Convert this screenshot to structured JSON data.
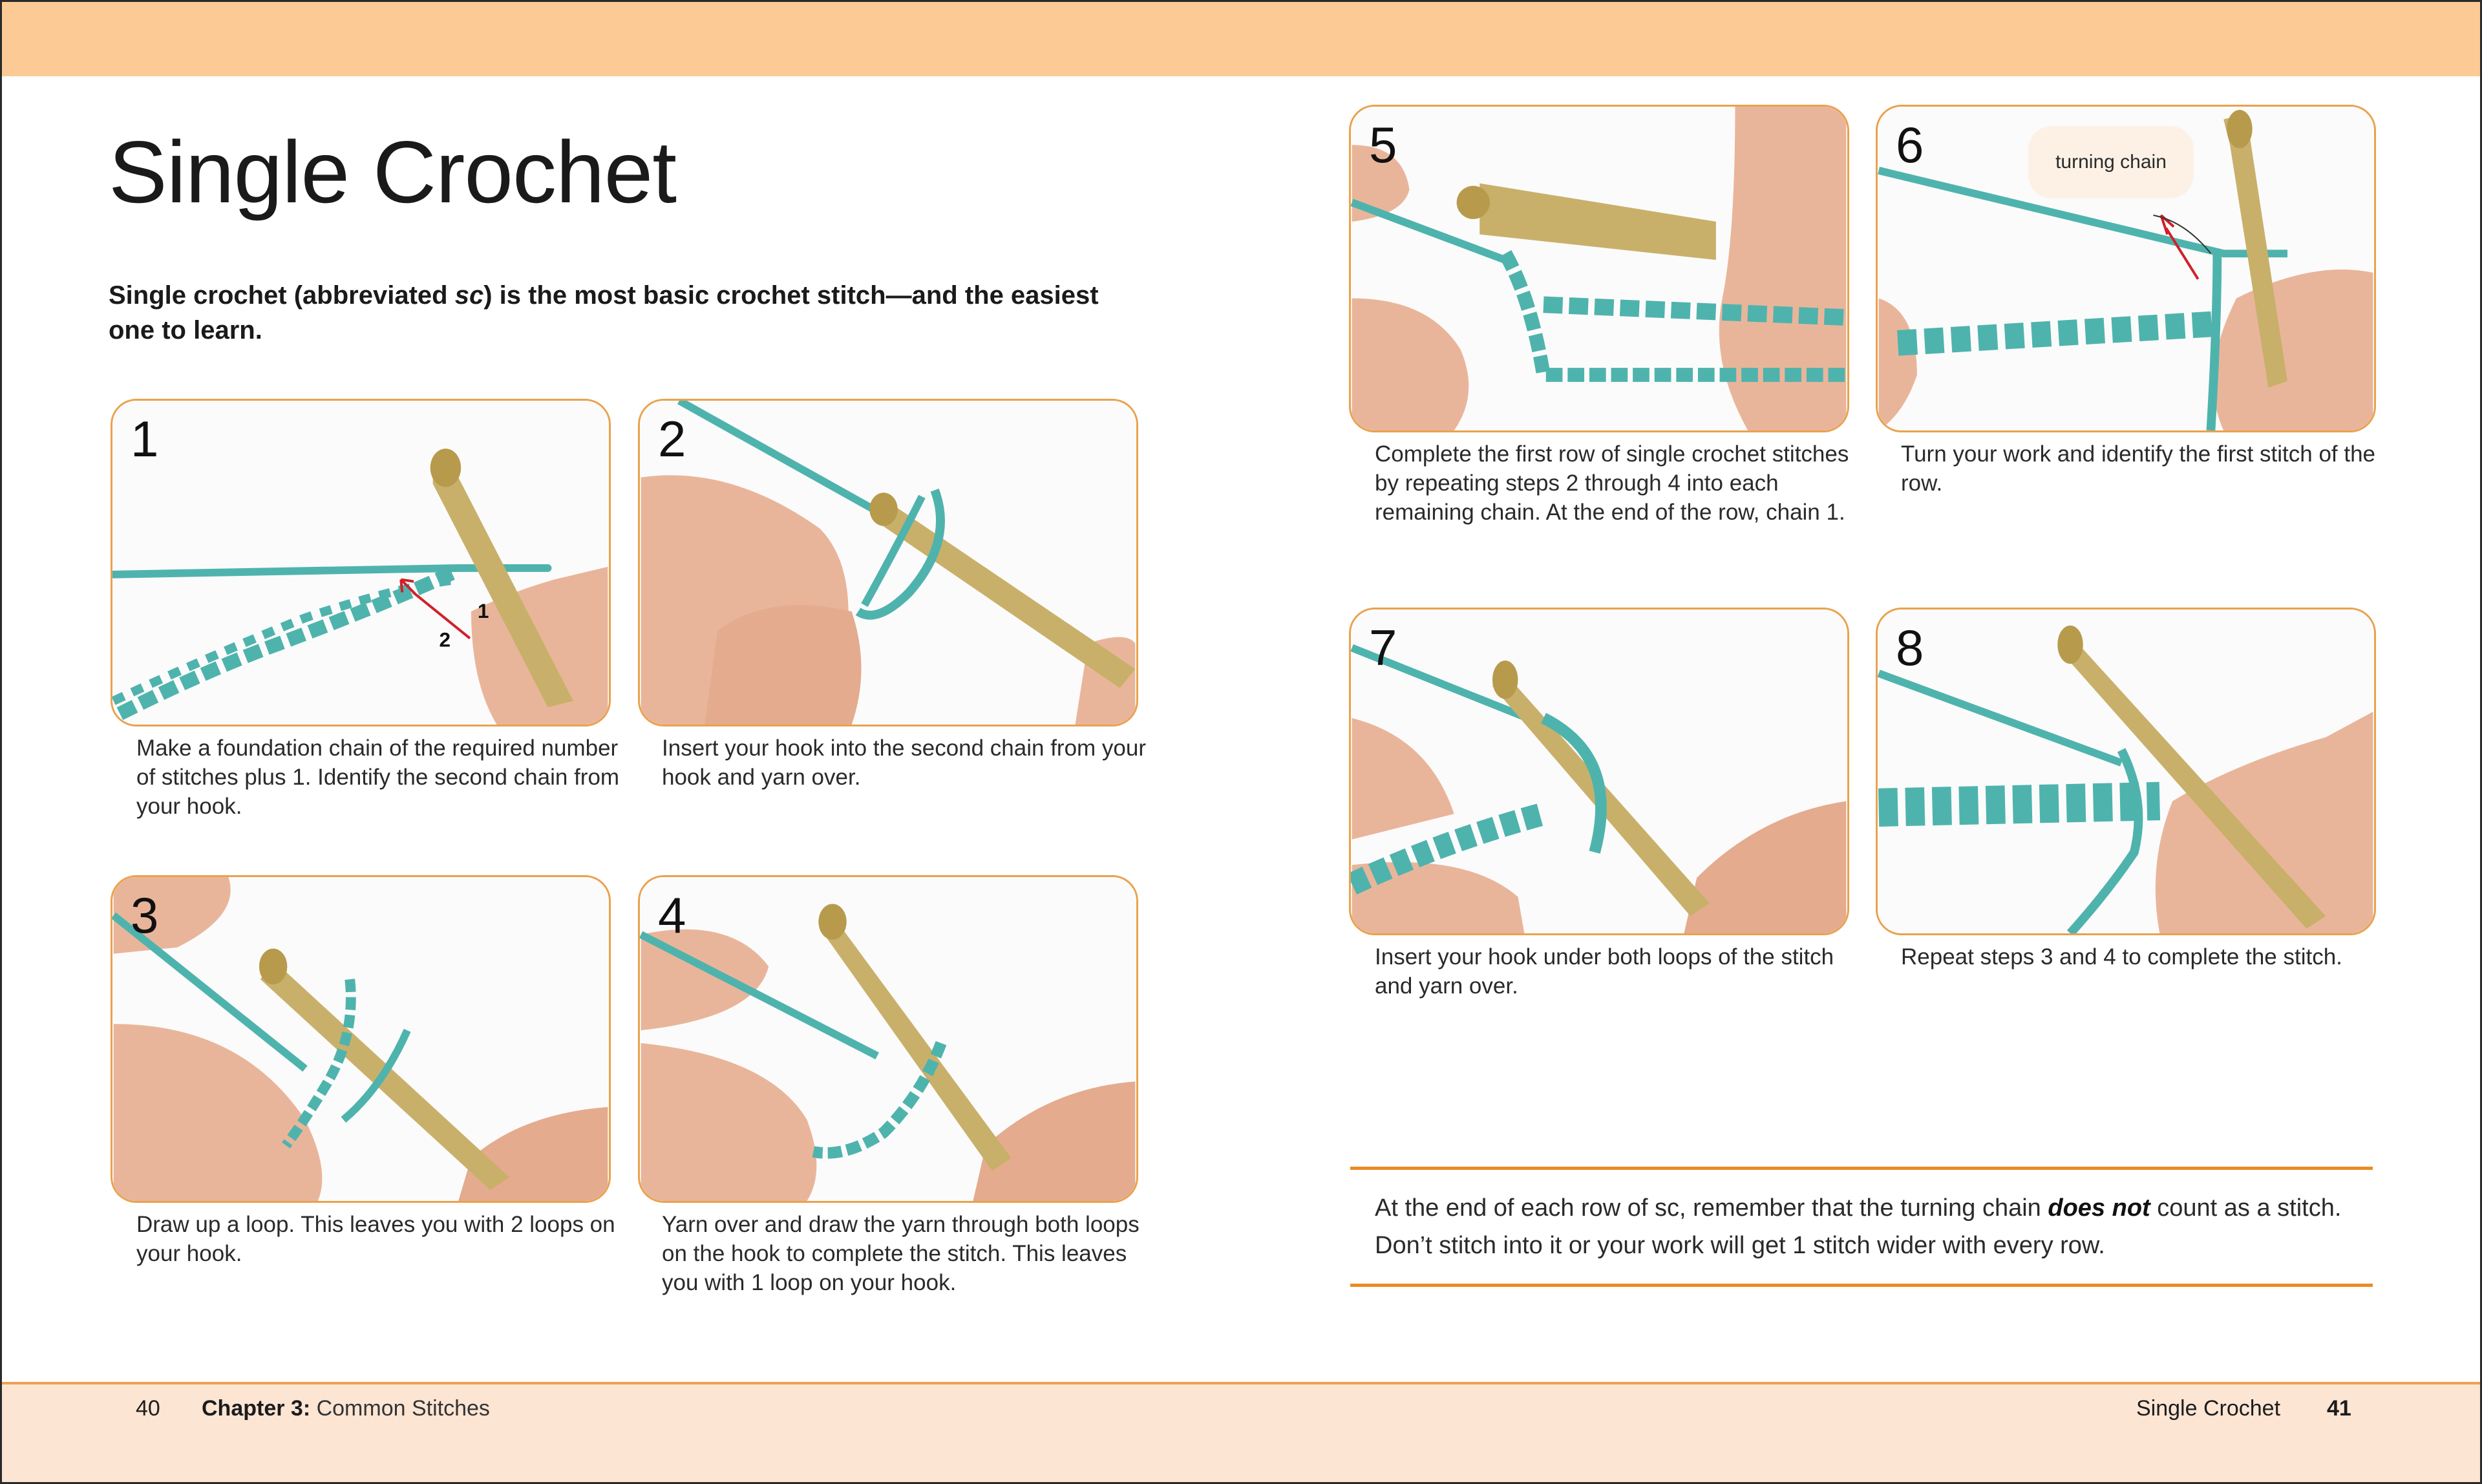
{
  "page": {
    "title": "Single Crochet",
    "intro_before": "Single crochet (abbreviated ",
    "intro_abbrev": "sc",
    "intro_after": ") is the most basic crochet stitch—and the easiest one to learn."
  },
  "colors": {
    "top_band": "#fccb95",
    "footer_band": "#fde5d4",
    "accent_orange": "#ec8a22",
    "panel_border": "#e9a24e",
    "yarn_teal": "#4fb3ad",
    "hook_gold": "#c9b06a",
    "skin": "#e9b59a",
    "annotation_red": "#d0202a",
    "callout_bg": "#fdf1e6"
  },
  "steps": [
    {
      "number": "1",
      "caption": "Make a foundation chain of the required number of stitches plus 1. Identify the second chain from your hook.",
      "annotations": [
        "1",
        "2"
      ]
    },
    {
      "number": "2",
      "caption": "Insert your hook into the second chain from your hook and yarn over."
    },
    {
      "number": "3",
      "caption": "Draw up a loop. This leaves you with 2 loops on your hook."
    },
    {
      "number": "4",
      "caption": "Yarn over and draw the yarn through both loops on the hook to complete the stitch. This leaves you with 1 loop on your hook."
    },
    {
      "number": "5",
      "caption": "Complete the first row of single crochet stitches by repeating steps 2 through 4 into each remaining chain. At the end of the row, chain 1."
    },
    {
      "number": "6",
      "caption": "Turn your work and identify the first stitch of the row.",
      "callout": "turning chain"
    },
    {
      "number": "7",
      "caption": "Insert your hook under both loops of the stitch and yarn over."
    },
    {
      "number": "8",
      "caption": "Repeat steps 3 and 4 to complete the stitch."
    }
  ],
  "tip": {
    "before": "At the end of each row of sc, remember that the turning chain ",
    "emphasis": "does not",
    "after": " count as a stitch. Don’t stitch into it or your work will get 1 stitch wider with every row."
  },
  "footer": {
    "left_page_number": "40",
    "chapter_label": "Chapter 3:",
    "chapter_name": " Common Stitches",
    "section_name": "Single Crochet",
    "right_page_number": "41"
  }
}
